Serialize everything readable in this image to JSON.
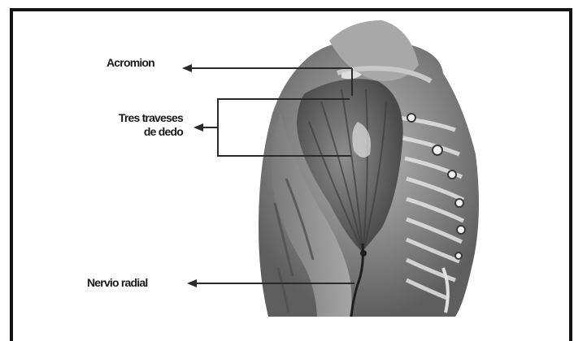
{
  "labels": {
    "acromion": "Acromion",
    "tres_line1": "Tres traveses",
    "tres_line2": "de dedo",
    "nervio": "Nervio radial"
  },
  "colors": {
    "frame": "#141414",
    "label_text": "#1a1a1a",
    "arrow": "#2a2a2a",
    "skin": "#9a9a9a",
    "muscle": "#6a6a6a",
    "bone": "#d8d8d8"
  }
}
